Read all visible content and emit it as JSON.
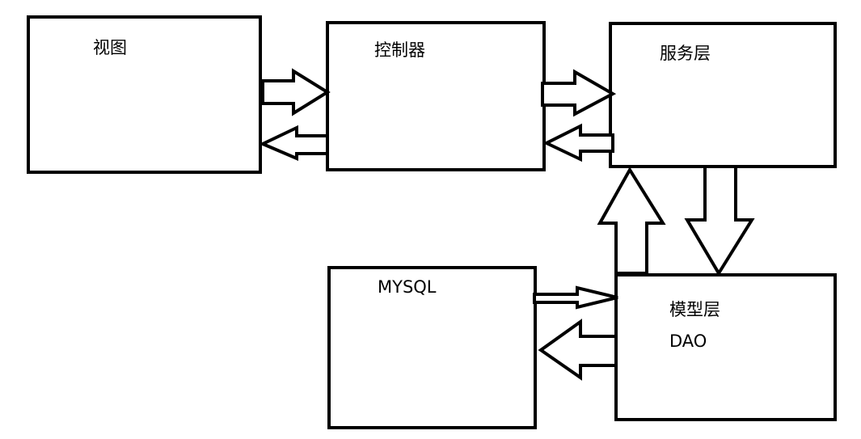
{
  "boxes": {
    "view": {
      "label": "视图"
    },
    "controller": {
      "label": "控制器"
    },
    "service": {
      "label": "服务层"
    },
    "mysql": {
      "label": "MYSQL"
    },
    "model": {
      "label": "模型层",
      "sublabel": "DAO"
    }
  },
  "colors": {
    "stroke": "#000000",
    "fill": "#ffffff"
  }
}
